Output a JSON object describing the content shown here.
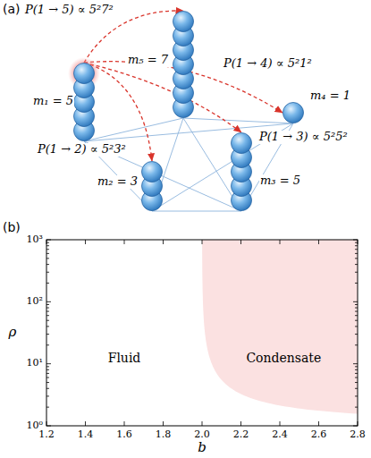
{
  "diagram": {
    "nodes": [
      {
        "text": [
          "m₁ = 5"
        ]
      },
      {
        "text": [
          "m₂ = 3"
        ]
      },
      {
        "text": [
          "m₃ = 5"
        ]
      },
      {
        "text": [
          "m₄ = 1"
        ]
      },
      {
        "text": [
          "m₅ = 7"
        ]
      }
    ],
    "edges": [
      {
        "from": 0,
        "to": 1,
        "arrow": "none"
      },
      {
        "from": 0,
        "to": 2,
        "arrow": "none"
      },
      {
        "from": 0,
        "to": 3,
        "arrow": "none"
      },
      {
        "from": 0,
        "to": 4,
        "arrow": "none"
      },
      {
        "from": 1,
        "to": 2,
        "arrow": "none"
      },
      {
        "from": 1,
        "to": 3,
        "arrow": "none"
      },
      {
        "from": 1,
        "to": 4,
        "arrow": "none"
      },
      {
        "from": 2,
        "to": 3,
        "arrow": "none"
      },
      {
        "from": 2,
        "to": 4,
        "arrow": "none"
      },
      {
        "from": 3,
        "to": 4,
        "arrow": "none"
      },
      {
        "from": 0,
        "to": 1,
        "arrow": "to",
        "label": "P(1 → 2) ∝ 5²3²"
      },
      {
        "from": 0,
        "to": 2,
        "arrow": "to",
        "label": "P(1 → 3) ∝ 5²5²"
      },
      {
        "from": 0,
        "to": 3,
        "arrow": "to",
        "label": "P(1 → 4) ∝ 5²1²"
      },
      {
        "from": 0,
        "to": 4,
        "arrow": "to",
        "label": "P(1 → 5) ∝ 5²7²"
      }
    ],
    "labels": [
      "(a)",
      "(b)",
      "Fluid",
      "Condensate",
      "b",
      "ρ",
      "1.2",
      "1.4",
      "1.6",
      "1.8",
      "2.0",
      "2.2",
      "2.4",
      "2.6",
      "2.8",
      "10⁰",
      "10¹",
      "10²",
      "10³"
    ]
  }
}
